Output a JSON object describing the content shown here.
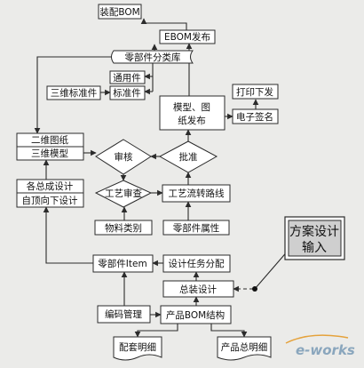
{
  "nodes": {
    "assembly_bom": "装配BOM",
    "ebom_release": "EBOM发布",
    "parts_library": "零部件分类库",
    "common_parts": "通用件",
    "standard_3d": "三维标准件",
    "standard_parts": "标准件",
    "model_drawing_release_1": "模型、图",
    "model_drawing_release_2": "纸发布",
    "print_release": "打印下发",
    "e_signature": "电子签名",
    "drawing_2d": "二维图纸",
    "model_3d": "三维模型",
    "review": "审核",
    "approve": "批准",
    "assembly_design_1": "各总成设计",
    "assembly_design_2": "自顶向下设计",
    "process_review": "工艺审查",
    "process_routing": "工艺流转路线",
    "material_category": "物料类别",
    "part_attributes": "零部件属性",
    "scheme_input_1": "方案设计",
    "scheme_input_2": "输入",
    "part_item": "零部件Item",
    "task_allocation": "设计任务分配",
    "general_design": "总装设计",
    "coding_mgmt": "编码管理",
    "product_bom": "产品BOM结构",
    "kit_detail": "配套明细",
    "product_detail": "产品总明细"
  },
  "watermark": "e-works"
}
